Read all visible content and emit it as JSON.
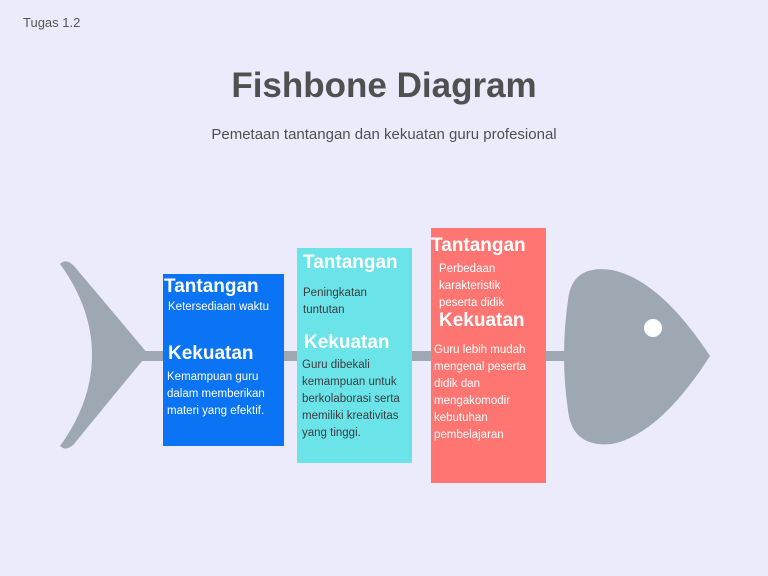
{
  "header": {
    "tag": "Tugas 1.2",
    "title": "Fishbone Diagram",
    "subtitle": "Pemetaan tantangan dan kekuatan guru profesional"
  },
  "colors": {
    "background": "#ecebfc",
    "fish": "#9ea8b3",
    "box1": "#0a74f5",
    "box2": "#6ae3e9",
    "box3": "#ff7572"
  },
  "boxes": [
    {
      "challenge_heading": "Tantangan",
      "challenge_text": "Ketersediaan waktu",
      "strength_heading": "Kekuatan",
      "strength_text": "Kemampuan guru dalam memberikan materi yang efektif."
    },
    {
      "challenge_heading": "Tantangan",
      "challenge_text": "Peningkatan tuntutan",
      "strength_heading": "Kekuatan",
      "strength_text": "Guru dibekali kemampuan untuk berkolaborasi serta memiliki kreativitas yang tinggi."
    },
    {
      "challenge_heading": "Tantangan",
      "challenge_text": "Perbedaan karakteristik peserta didik",
      "strength_heading": "Kekuatan",
      "strength_text": "Guru lebih mudah mengenal peserta didik dan mengakomodir kebutuhan pembelajaran"
    }
  ]
}
